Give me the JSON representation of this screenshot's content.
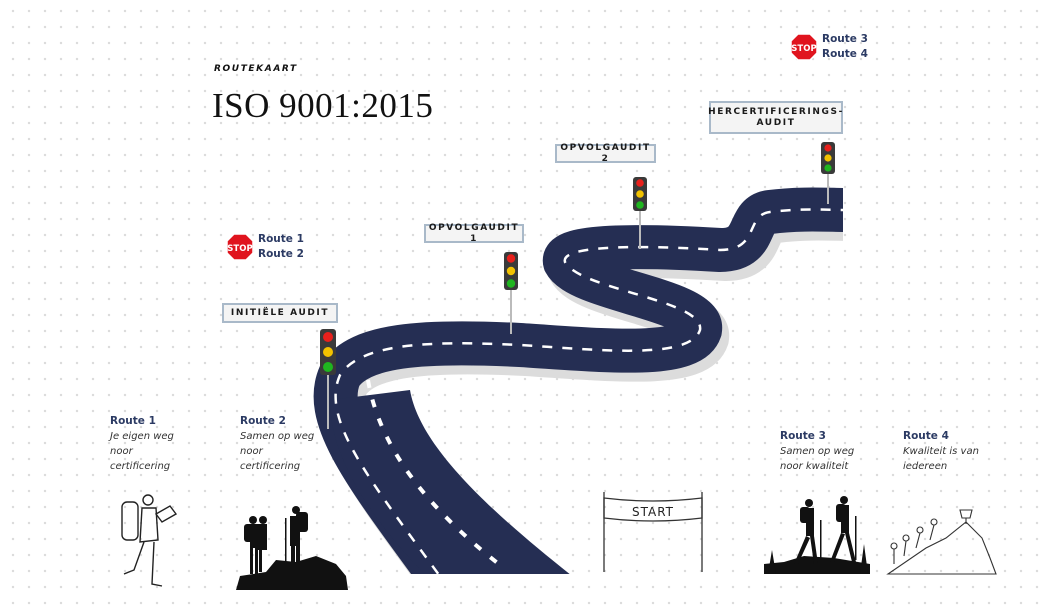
{
  "header": {
    "eyebrow": "ROUTEKAART",
    "title": "ISO 9001:2015"
  },
  "milestones": [
    {
      "label": "INITIËLE AUDIT"
    },
    {
      "label": "OPVOLGAUDIT 1"
    },
    {
      "label": "OPVOLGAUDIT 2"
    },
    {
      "label": "HERCERTIFICERINGS-",
      "label2": "AUDIT"
    }
  ],
  "stop_signs": [
    {
      "icon": "stop-sign-icon",
      "text": "STOP",
      "lines": [
        "Route 1",
        "Route 2"
      ]
    },
    {
      "icon": "stop-sign-icon",
      "text": "STOP",
      "lines": [
        "Route 3",
        "Route 4"
      ]
    }
  ],
  "routes": [
    {
      "title": "Route 1",
      "desc": [
        "Je eigen weg",
        "noor",
        "certificering"
      ],
      "icon": "solo-hiker-map-icon"
    },
    {
      "title": "Route 2",
      "desc": [
        "Samen op weg",
        "noor",
        "certificering"
      ],
      "icon": "two-hikers-summit-icon"
    },
    {
      "title": "Route 3",
      "desc": [
        "Samen op weg",
        "noor kwaliteit"
      ],
      "icon": "two-hikers-walking-icon"
    },
    {
      "title": "Route 4",
      "desc": [
        "Kwaliteit is van",
        "iedereen"
      ],
      "icon": "team-climbing-trophy-icon"
    }
  ],
  "start_banner": {
    "text": "START",
    "icon": "start-banner-icon"
  },
  "colors": {
    "road": "#252e53",
    "road_edge": "#d9d9d9",
    "label_border": "#a9b9c9",
    "route_title": "#2b3a63",
    "stop_red": "#e0141e",
    "light_red": "#e8201c",
    "light_yellow": "#f2c200",
    "light_green": "#1fb51f"
  }
}
